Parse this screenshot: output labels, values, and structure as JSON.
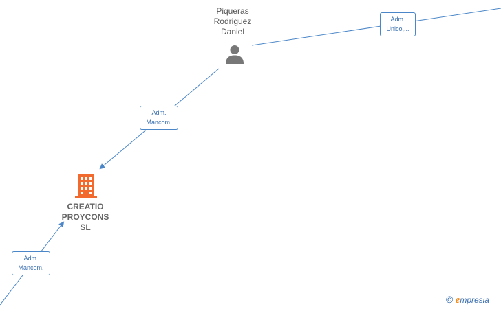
{
  "nodes": {
    "person": {
      "name_line1": "Piqueras",
      "name_line2": "Rodriguez",
      "name_line3": "Daniel",
      "icon": "person-icon",
      "color": "#777777"
    },
    "company": {
      "name_line1": "CREATIO",
      "name_line2": "PROYCONS",
      "name_line3": "SL",
      "icon": "building-icon",
      "color": "#f26a2e"
    }
  },
  "edges": [
    {
      "label_line1": "Adm.",
      "label_line2": "Unico,..."
    },
    {
      "label_line1": "Adm.",
      "label_line2": "Mancom."
    },
    {
      "label_line1": "Adm.",
      "label_line2": "Mancom."
    }
  ],
  "edge_color": "#4a86c8",
  "brand": {
    "copyright": "©",
    "e": "e",
    "name": "mpresia"
  }
}
